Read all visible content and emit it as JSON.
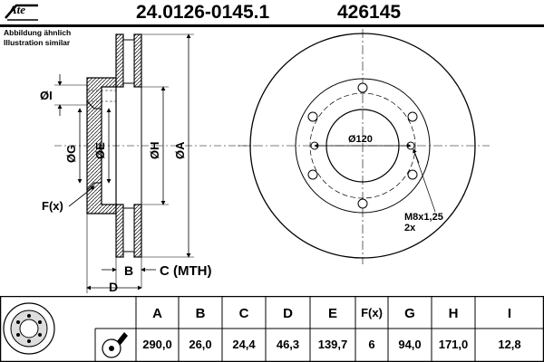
{
  "header": {
    "logo_text": "Ate",
    "part_number": "24.0126-0145.1",
    "ref_number": "426145"
  },
  "note": {
    "line1": "Abbildung ähnlich",
    "line2": "Illustration similar"
  },
  "labels": {
    "I": "ØI",
    "G": "ØG",
    "E": "ØE",
    "H": "ØH",
    "A": "ØA",
    "F": "F(x)",
    "B": "B",
    "C": "C (MTH)",
    "D": "D",
    "bolt_circle": "Ø120",
    "thread_line1": "M8x1,25",
    "thread_line2": "2x"
  },
  "table": {
    "headers": [
      "A",
      "B",
      "C",
      "D",
      "E",
      "F(x)",
      "G",
      "H",
      "I"
    ],
    "values": [
      "290,0",
      "26,0",
      "24,4",
      "46,3",
      "139,7",
      "6",
      "94,0",
      "171,0",
      "12,8"
    ]
  },
  "colors": {
    "line": "#000000",
    "disc_fill": "#ffffff",
    "section_fill": "#000000"
  }
}
